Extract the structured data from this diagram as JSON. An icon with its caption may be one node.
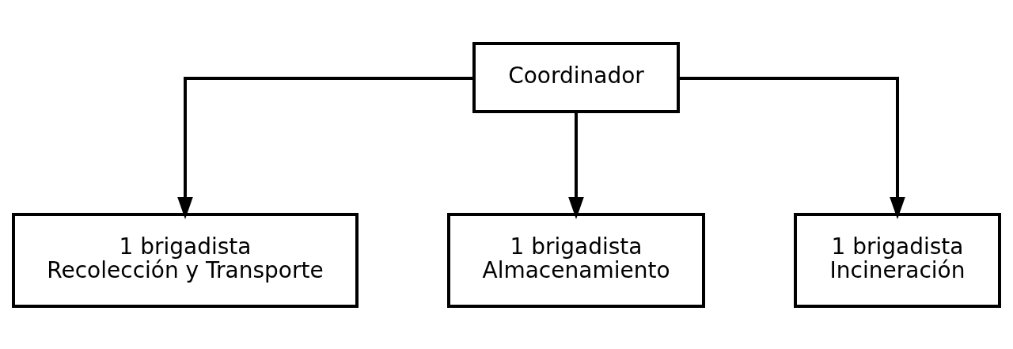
{
  "diagram": {
    "nodes": [
      {
        "text": [
          "Coordinador"
        ]
      },
      {
        "text": [
          "1 brigadista",
          "Recolección y Transporte"
        ]
      },
      {
        "text": [
          "1 brigadista",
          "Almacenamiento"
        ]
      },
      {
        "text": [
          "1 brigadista",
          "Incineración"
        ]
      }
    ],
    "edges": [
      {
        "from": 0,
        "to": 1,
        "arrow": "to"
      },
      {
        "from": 0,
        "to": 2,
        "arrow": "to"
      },
      {
        "from": 0,
        "to": 3,
        "arrow": "to"
      }
    ]
  }
}
